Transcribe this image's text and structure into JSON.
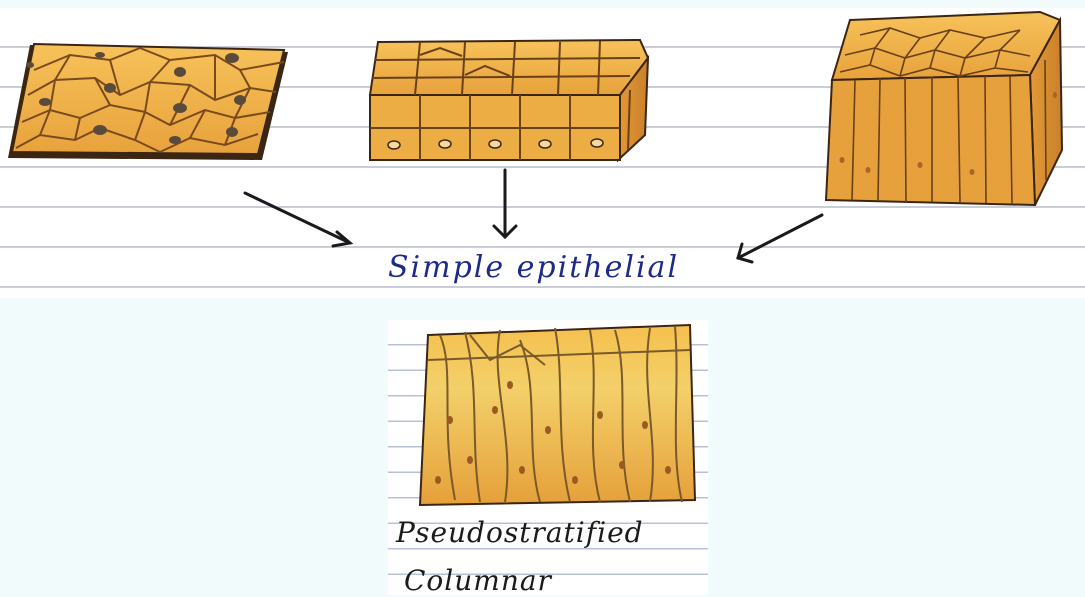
{
  "figure": {
    "label_simple": "Simple epithelial",
    "label_pseudo_line1": "Pseudostratified",
    "label_pseudo_line2": "Columnar"
  },
  "colors": {
    "cell_fill": "#f0b54a",
    "cell_light": "#f7cf6f",
    "cell_dark": "#c47a22",
    "outline": "#3b2614",
    "nucleus": "#5a4a3c",
    "arrow": "#1a1a1a",
    "ink_blue": "#1e2a8a",
    "paper": "#ffffff",
    "rule_line": "#c9cdd6"
  },
  "drawings": [
    {
      "name": "squamous-epithelium",
      "caption": ""
    },
    {
      "name": "cuboidal-epithelium",
      "caption": ""
    },
    {
      "name": "columnar-epithelium",
      "caption": ""
    },
    {
      "name": "pseudostratified-columnar-epithelium",
      "caption": ""
    }
  ]
}
